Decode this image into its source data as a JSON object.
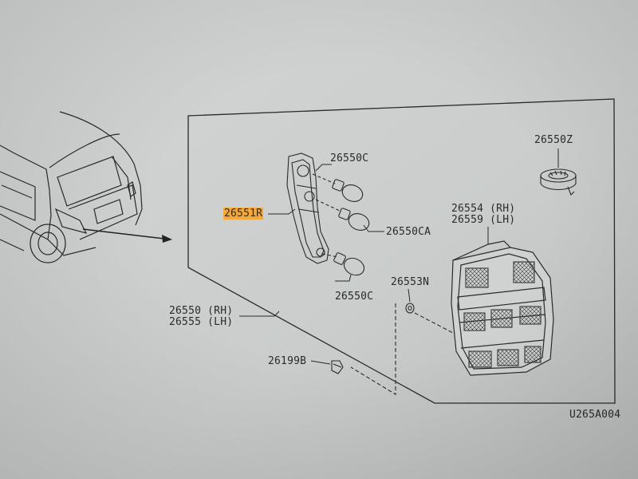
{
  "labels": {
    "bulb_upper": "26550C",
    "bulb_middle": "26550CA",
    "bulb_lower": "26550C",
    "socket_harness": "26551R",
    "gasket": "26550Z",
    "lens_rh": "26554 (RH)",
    "lens_lh": "26559 (LH)",
    "nut": "26553N",
    "assembly_rh": "26550 (RH)",
    "assembly_lh": "26555 (LH)",
    "screw": "26199B",
    "figure_code": "U265A004"
  },
  "colors": {
    "highlight": "#f2a93a",
    "line": "#2a2a2a",
    "background": "#c9cccb"
  }
}
